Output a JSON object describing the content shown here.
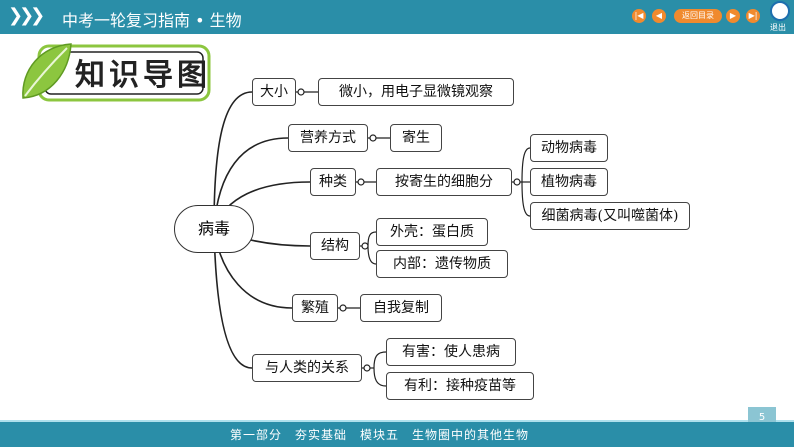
{
  "header": {
    "title": "中考一轮复习指南 • 生物",
    "return_label": "返回目录",
    "exit_label": "退出"
  },
  "badge": {
    "title": "知识导图"
  },
  "mindmap": {
    "root": "病毒",
    "size": {
      "label": "大小",
      "detail": "微小，用电子显微镜观察"
    },
    "nutrition": {
      "label": "营养方式",
      "detail": "寄生"
    },
    "types": {
      "label": "种类",
      "basis": "按寄生的细胞分",
      "items": [
        "动物病毒",
        "植物病毒",
        "细菌病毒(又叫噬菌体)"
      ]
    },
    "structure": {
      "label": "结构",
      "items": [
        "外壳：蛋白质",
        "内部：遗传物质"
      ]
    },
    "reproduction": {
      "label": "繁殖",
      "detail": "自我复制"
    },
    "relation": {
      "label": "与人类的关系",
      "items": [
        "有害：使人患病",
        "有利：接种疫苗等"
      ]
    }
  },
  "footer": {
    "text": "第一部分　夯实基础　模块五　生物圈中的其他生物",
    "page": "5"
  },
  "colors": {
    "header_bar": "#2a8ea8",
    "nav_button": "#f08a2e",
    "leaf_green": "#8cc63f"
  }
}
